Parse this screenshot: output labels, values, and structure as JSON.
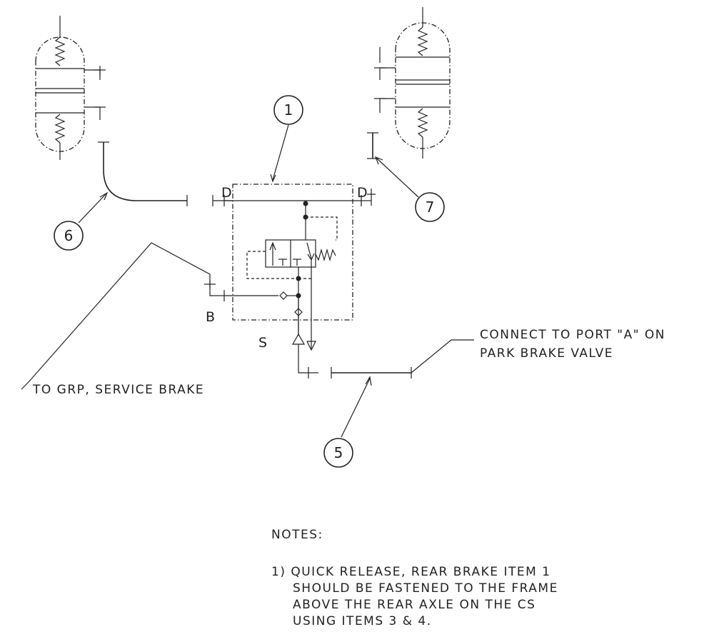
{
  "ports": {
    "d_left": "D",
    "d_right": "D",
    "b": "B",
    "s": "S"
  },
  "balloons": {
    "item1": "1",
    "item5": "5",
    "item6": "6",
    "item7": "7"
  },
  "callouts": {
    "connect_line1": "CONNECT TO PORT \"A\" ON",
    "connect_line2": "PARK BRAKE VALVE",
    "grp": "TO GRP, SERVICE BRAKE"
  },
  "notes": {
    "heading": "NOTES:",
    "note1_lines": [
      "1) QUICK RELEASE, REAR BRAKE ITEM 1",
      "SHOULD BE FASTENED TO THE FRAME",
      "ABOVE THE REAR AXLE ON THE CS",
      "USING ITEMS 3 & 4."
    ]
  }
}
